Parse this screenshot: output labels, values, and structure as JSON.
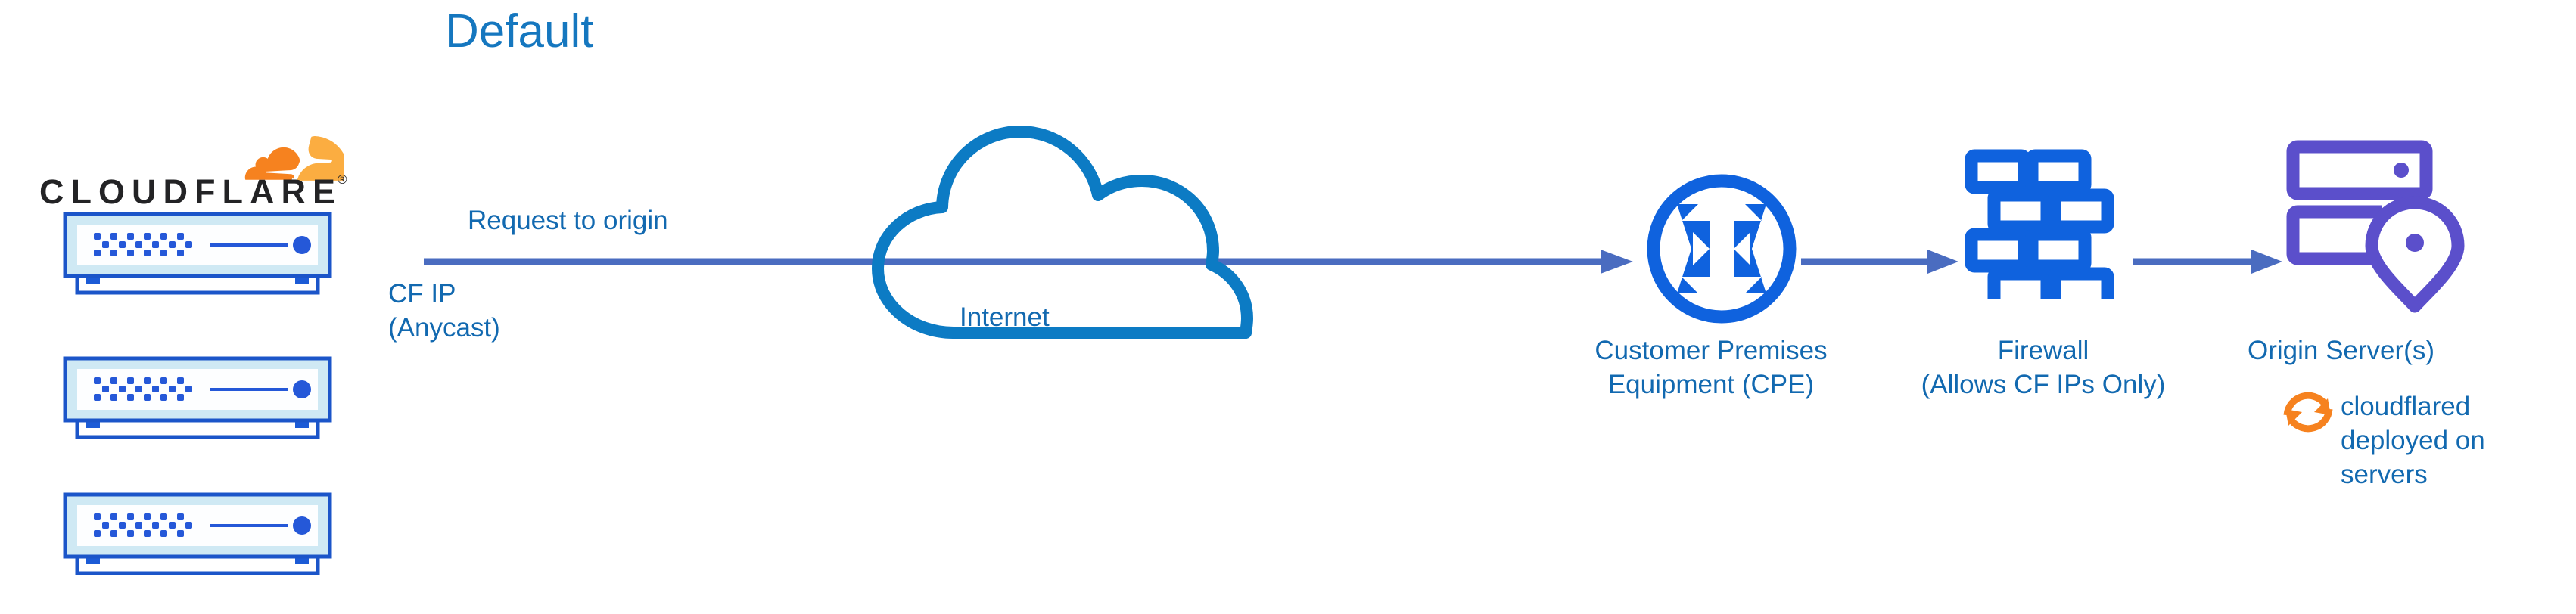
{
  "title": "Default",
  "colors": {
    "title_blue": "#1577BF",
    "label_blue": "#1269B0",
    "icon_blue": "#0F62DE",
    "cloud_blue": "#0C7BC4",
    "arrow_blue": "#4A6CC0",
    "rack_border": "#1B55C9",
    "rack_fill": "#CFE9F4",
    "origin_purple": "#5B4FCB",
    "cloudflare_orange": "#F6821F",
    "cloudflare_orange_light": "#FBAD41",
    "wordmark_dark": "#232325"
  },
  "brand": {
    "wordmark": "CLOUDFLARE",
    "registered_mark": "®",
    "logo_icon": "cloudflare-cloud-logo"
  },
  "racks": [
    {
      "name": "cloudflare-edge-server-1"
    },
    {
      "name": "cloudflare-edge-server-2"
    },
    {
      "name": "cloudflare-edge-server-3"
    }
  ],
  "labels": {
    "request_to_origin": "Request to origin",
    "cf_ip": "CF IP\n(Anycast)",
    "internet": "Internet",
    "cpe": "Customer Premises\nEquipment (CPE)",
    "firewall": "Firewall\n(Allows CF IPs Only)",
    "origin_server": "Origin Server(s)",
    "cloudflared": "cloudflared\ndeployed on\nservers"
  },
  "nodes": [
    {
      "id": "cloudflare-edge",
      "label": "CF IP (Anycast)",
      "icon": "server-rack-icon"
    },
    {
      "id": "internet",
      "label": "Internet",
      "icon": "cloud-icon"
    },
    {
      "id": "cpe",
      "label": "Customer Premises Equipment (CPE)",
      "icon": "router-icon"
    },
    {
      "id": "firewall",
      "label": "Firewall (Allows CF IPs Only)",
      "icon": "brick-wall-icon"
    },
    {
      "id": "origin",
      "label": "Origin Server(s)",
      "icon": "server-location-pin-icon"
    }
  ],
  "edges": [
    {
      "from": "cloudflare-edge",
      "to": "cpe",
      "label": "Request to origin"
    },
    {
      "from": "cpe",
      "to": "firewall",
      "label": ""
    },
    {
      "from": "firewall",
      "to": "origin",
      "label": ""
    }
  ],
  "icons": {
    "cloud": "cloud-icon",
    "router": "router-arrows-icon",
    "firewall": "brick-wall-icon",
    "origin": "server-stack-location-pin-icon",
    "cloudflared": "sync-arrows-icon"
  }
}
